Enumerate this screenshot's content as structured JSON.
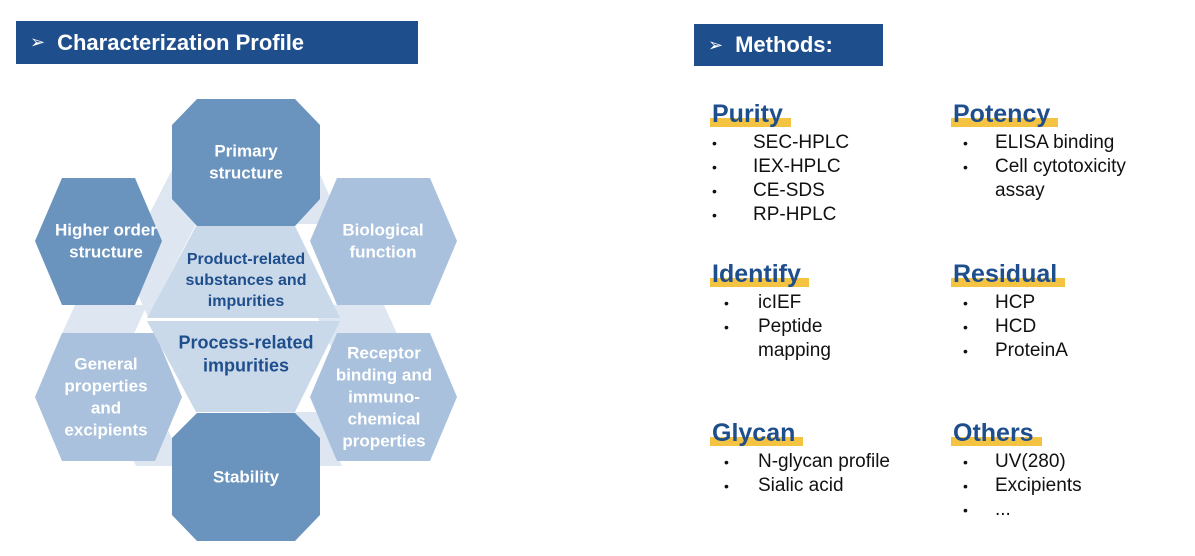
{
  "left_banner": {
    "arrow": "➢",
    "title": "Characterization Profile"
  },
  "right_banner": {
    "arrow": "➢",
    "title": "Methods:"
  },
  "diagram": {
    "hexagons": {
      "primary": [
        "Primary",
        "structure"
      ],
      "biological": [
        "Biological",
        "function"
      ],
      "receptor": [
        "Receptor",
        "binding and",
        "immuno-",
        "chemical",
        "properties"
      ],
      "stability": [
        "Stability"
      ],
      "general": [
        "General",
        "properties",
        "and",
        "excipients"
      ],
      "higher_order": [
        "Higher order",
        "structure"
      ],
      "product_related": [
        "Product-related",
        "substances and",
        "impurities"
      ],
      "process_related": [
        "Process-related",
        "impurities"
      ]
    }
  },
  "methods": {
    "purity": {
      "title": "Purity",
      "items": [
        "SEC-HPLC",
        "IEX-HPLC",
        "CE-SDS",
        "RP-HPLC"
      ]
    },
    "potency": {
      "title": "Potency",
      "items": [
        "ELISA binding",
        "Cell cytotoxicity assay"
      ]
    },
    "identify": {
      "title": "Identify",
      "items": [
        "icIEF",
        "Peptide mapping"
      ]
    },
    "residual": {
      "title": "Residual",
      "items": [
        "HCP",
        "HCD",
        "ProteinA"
      ]
    },
    "glycan": {
      "title": "Glycan",
      "items": [
        "N-glycan profile",
        "Sialic acid"
      ]
    },
    "others": {
      "title": "Others",
      "items": [
        "UV(280)",
        "Excipients",
        "..."
      ]
    }
  },
  "colors": {
    "banner": "#1f4e8c",
    "hex_dark": "#6a93bd",
    "hex_light": "#a9c1dc",
    "hex_center": "#c9d9ea",
    "connector": "#dde6f1",
    "highlight": "#f5c342",
    "title_text": "#1f4e8c"
  }
}
